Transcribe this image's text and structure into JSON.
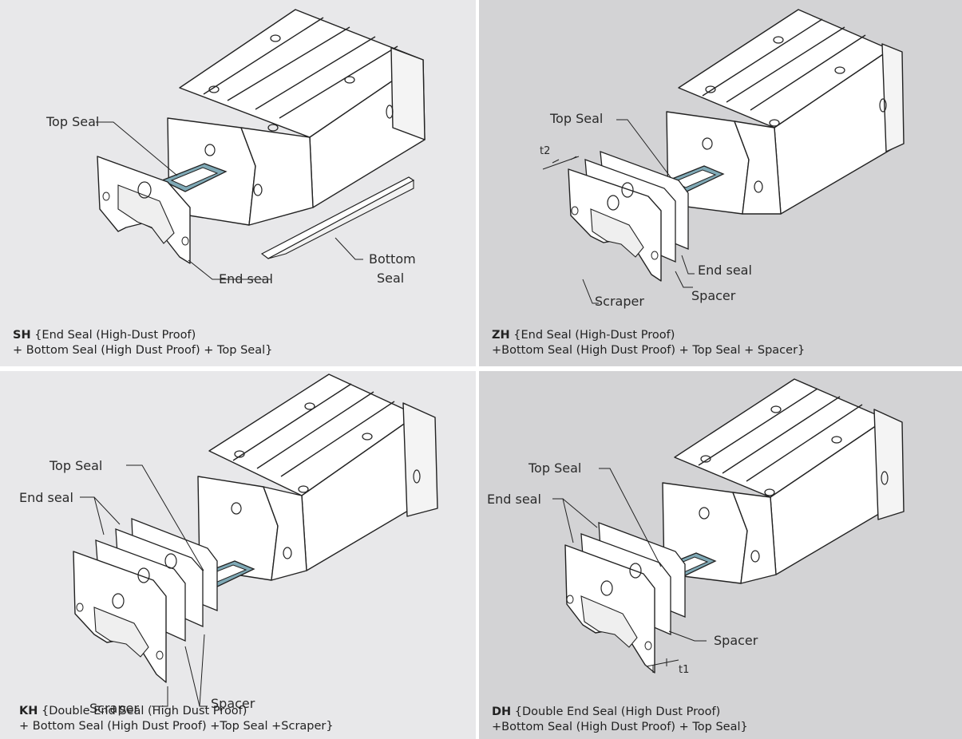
{
  "colors": {
    "panel_light": "#e8e8ea",
    "panel_dark": "#d3d3d5",
    "seal_blue": "#7fa9b6",
    "line": "#222222"
  },
  "panels": [
    {
      "code": "SH",
      "caption_line1": "{End Seal (High-Dust Proof)",
      "caption_line2": "+ Bottom Seal  (High Dust Proof) + Top Seal}",
      "labels": {
        "top_seal": "Top Seal",
        "end_seal": "End seal",
        "bottom_seal_1": "Bottom",
        "bottom_seal_2": "Seal"
      }
    },
    {
      "code": "ZH",
      "caption_line1": "{End Seal (High-Dust Proof)",
      "caption_line2": "+Bottom Seal (High Dust Proof) + Top Seal + Spacer}",
      "labels": {
        "top_seal": "Top Seal",
        "t2": "t2",
        "end_seal": "End seal",
        "scraper": "Scraper",
        "spacer": "Spacer"
      }
    },
    {
      "code": "KH",
      "caption_line1": " {Double End Seal (High Dust Proof)",
      "caption_line2": "+ Bottom Seal (High Dust Proof) +Top Seal +Scraper}",
      "labels": {
        "top_seal": "Top Seal",
        "end_seal": "End seal",
        "scraper": "Scraper",
        "spacer": "Spacer"
      }
    },
    {
      "code": "DH",
      "caption_line1": "{Double End Seal (High Dust Proof)",
      "caption_line2": "+Bottom Seal (High Dust Proof) + Top Seal}",
      "labels": {
        "top_seal": "Top Seal",
        "end_seal": "End seal",
        "spacer": "Spacer",
        "t1": "t1"
      }
    }
  ]
}
